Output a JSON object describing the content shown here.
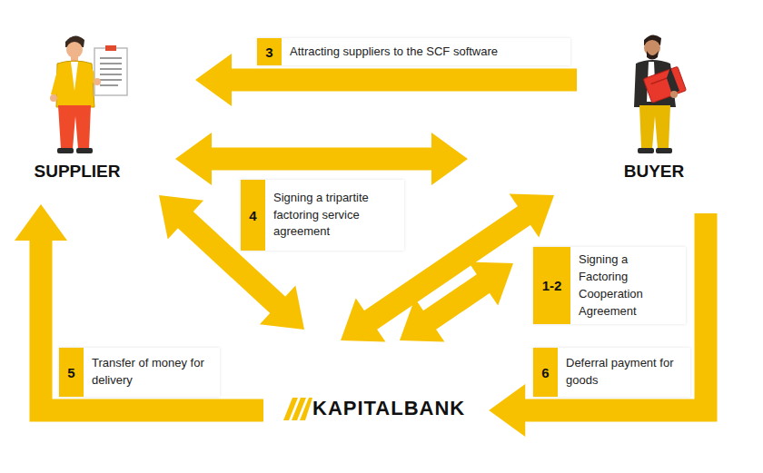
{
  "diagram": {
    "nodes": [
      {
        "text": [
          "SUPPLIER"
        ]
      },
      {
        "text": [
          "BUYER"
        ]
      },
      {
        "text": [
          "KAPITALBANK"
        ]
      }
    ],
    "edges": [
      {
        "from": 1,
        "to": 0,
        "arrow": "to",
        "label": "Attracting suppliers to the SCF software"
      },
      {
        "from": 0,
        "to": 1,
        "arrow": "both"
      },
      {
        "from": 0,
        "to": 2,
        "arrow": "both"
      },
      {
        "from": 1,
        "to": 2,
        "arrow": "both"
      },
      {
        "from": 1,
        "to": 2,
        "arrow": "both",
        "label": "Signing a Factoring Cooperation Agreement"
      },
      {
        "from": 2,
        "to": 0,
        "arrow": "to",
        "label": "Transfer of money for delivery"
      },
      {
        "from": 1,
        "to": 2,
        "arrow": "to",
        "label": "Deferral payment for goods"
      }
    ],
    "labels": [
      "3",
      "4",
      "Signing a tripartite factoring service agreement",
      "1-2",
      "5",
      "6"
    ]
  }
}
